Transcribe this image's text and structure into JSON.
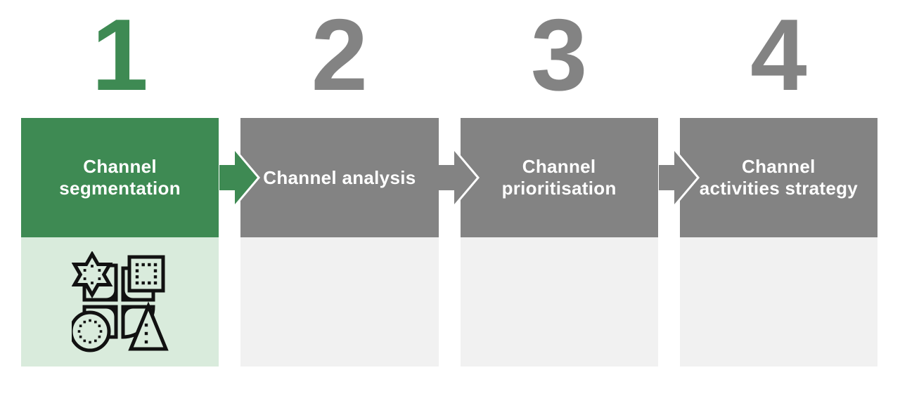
{
  "steps": [
    {
      "number": "1",
      "label": "Channel segmentation",
      "lines": [
        "Channel",
        "segmentation"
      ],
      "state": "active",
      "icon": "segmentation-shapes-icon"
    },
    {
      "number": "2",
      "label": "Channel analysis",
      "lines": [
        "Channel analysis"
      ],
      "state": "upcoming"
    },
    {
      "number": "3",
      "label": "Channel prioritisation",
      "lines": [
        "Channel",
        "prioritisation"
      ],
      "state": "upcoming"
    },
    {
      "number": "4",
      "label": "Channel activities strategy",
      "lines": [
        "Channel",
        "activities strategy"
      ],
      "state": "upcoming"
    }
  ],
  "arrows": [
    {
      "from": "1",
      "to": "2",
      "color": "#3E8A53"
    },
    {
      "from": "2",
      "to": "3",
      "color": "#838383"
    },
    {
      "from": "3",
      "to": "4",
      "color": "#838383"
    }
  ],
  "colors": {
    "green": "#3E8A53",
    "light_green": "#D9EBDC",
    "gray": "#838383",
    "light_gray": "#F1F1F1",
    "text_on_box": "#FFFFFF",
    "icon_stroke": "#111111",
    "background": "#FFFFFF"
  }
}
